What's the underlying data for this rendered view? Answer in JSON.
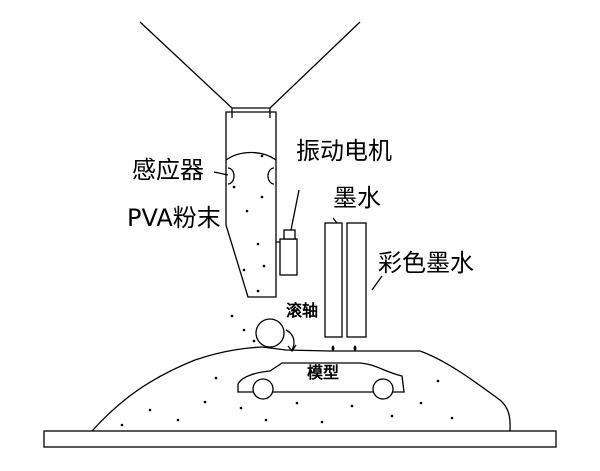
{
  "labels": {
    "sensor": "感应器",
    "vibration_motor": "振动电机",
    "pva_powder": "PVA粉末",
    "ink": "墨水",
    "color_ink": "彩色墨水",
    "roller": "滚轴",
    "model": "模型"
  },
  "colors": {
    "line": "#000000",
    "background": "#ffffff"
  }
}
